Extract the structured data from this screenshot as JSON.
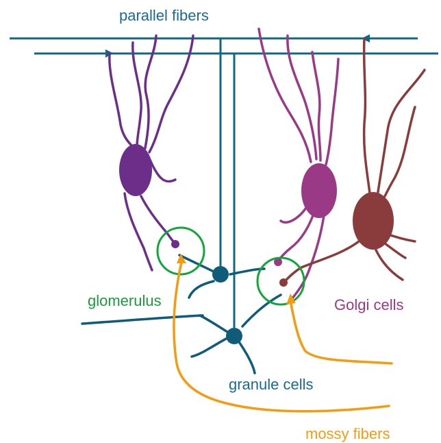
{
  "labels": {
    "parallel_fibers": "parallel fibers",
    "glomerulus": "glomerulus",
    "golgi_cells": "Golgi cells",
    "granule_cells": "granule cells",
    "mossy_fibers": "mossy fibers"
  },
  "colors": {
    "parallel_fiber": "#0f6787",
    "granule": "#0f5b7a",
    "golgi_left": "#6b2f8a",
    "golgi_mid": "#9a3a86",
    "golgi_right": "#8a3b3b",
    "glomerulus": "#12a63a",
    "mossy": "#f39c12",
    "text_blue": "#1a6a93",
    "text_green": "#1b9a3b",
    "text_purple": "#9a3a86",
    "text_orange": "#f39c12"
  }
}
